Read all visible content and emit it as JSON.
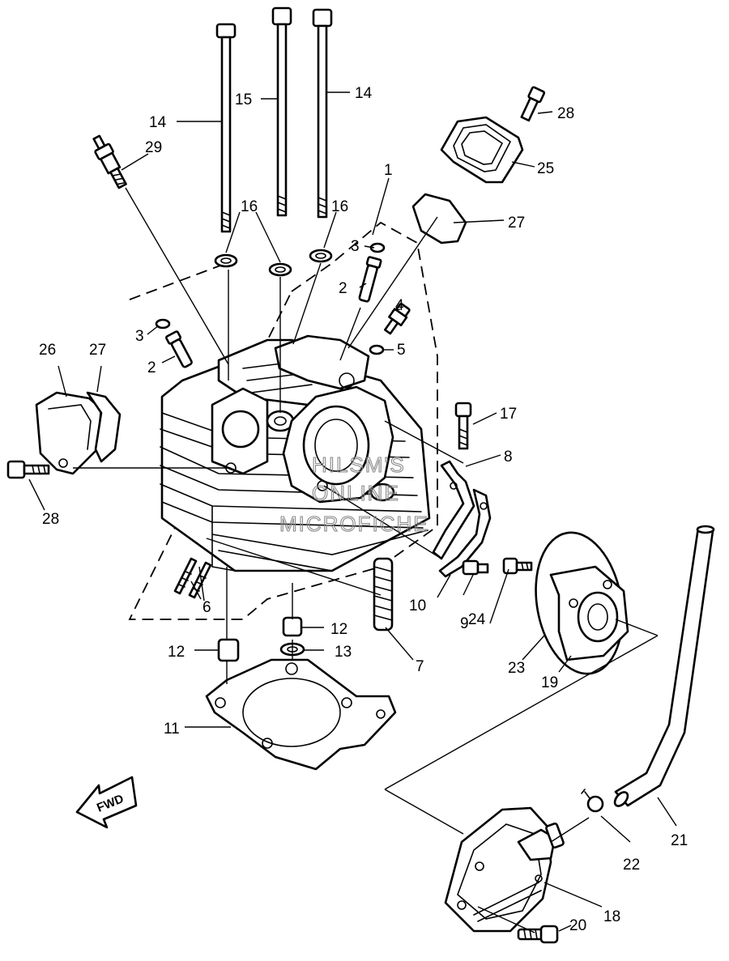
{
  "diagram": {
    "callouts": {
      "c1": "1",
      "c2a": "2",
      "c2b": "2",
      "c3a": "3",
      "c3b": "3",
      "c4": "4",
      "c5": "5",
      "c6": "6",
      "c7": "7",
      "c8": "8",
      "c9": "9",
      "c10": "10",
      "c11": "11",
      "c12a": "12",
      "c12b": "12",
      "c13": "13",
      "c14a": "14",
      "c14b": "14",
      "c15": "15",
      "c16a": "16",
      "c16b": "16",
      "c17": "17",
      "c18": "18",
      "c19": "19",
      "c20": "20",
      "c21": "21",
      "c22": "22",
      "c23": "23",
      "c24": "24",
      "c25": "25",
      "c26": "26",
      "c27a": "27",
      "c27b": "27",
      "c28a": "28",
      "c28b": "28",
      "c29": "29"
    },
    "watermark": [
      "HILSM'S",
      "ONLINE",
      "MICROFICHE"
    ],
    "direction_label": "FWD"
  }
}
